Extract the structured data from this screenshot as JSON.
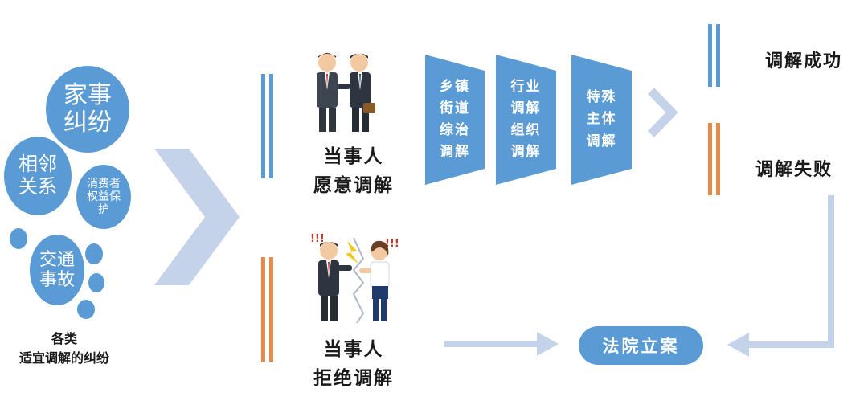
{
  "disputes": {
    "family": "家事\n纠纷",
    "neighbor": "相邻\n关系",
    "consumer": "消费者\n权益保\n护",
    "traffic": "交通\n事故",
    "caption": "各类\n适宜调解的纠纷"
  },
  "paths": {
    "willing": "当事人\n愿意调解",
    "refuse": "当事人\n拒绝调解",
    "alert_left": "!!!",
    "alert_right": "!!!"
  },
  "stages": [
    {
      "label": "乡镇\n街道\n综治\n调解"
    },
    {
      "label": "行业\n调解\n组织\n调解"
    },
    {
      "label": "特殊\n主体\n调解"
    }
  ],
  "outcomes": {
    "success": "调解成功",
    "fail": "调解失败",
    "court": "法院立案"
  },
  "colors": {
    "blue": "#5b9bd5",
    "light_blue": "#c5d3ea",
    "orange": "#e8894a"
  }
}
